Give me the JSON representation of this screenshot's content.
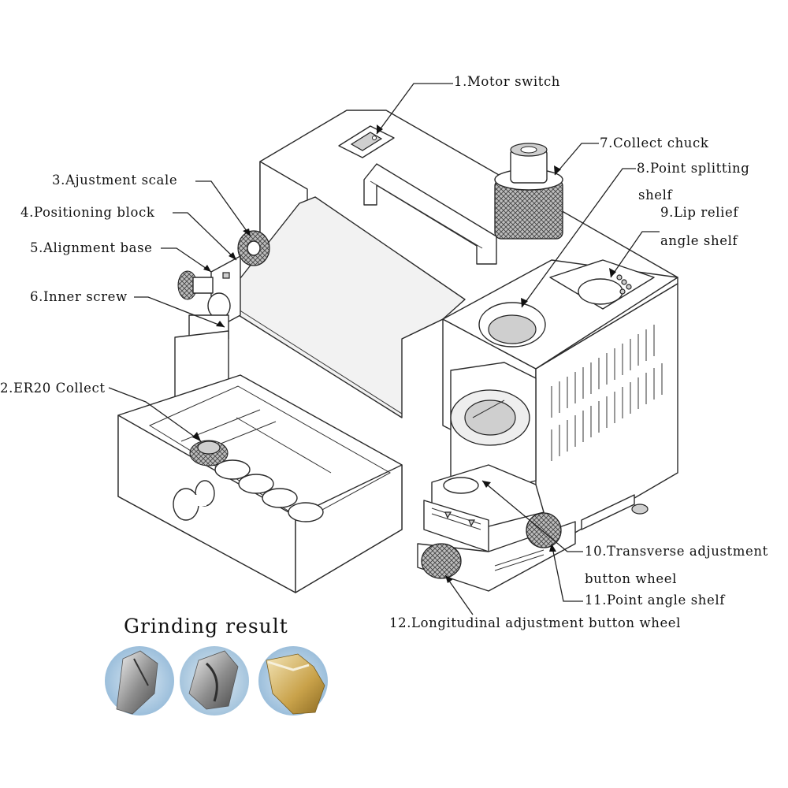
{
  "labels": {
    "motor_switch": "1.Motor switch",
    "er20_collect": "2.ER20 Collect",
    "adjustment_scale": "3.Ajustment scale",
    "positioning_block": "4.Positioning block",
    "alignment_base": "5.Alignment base",
    "inner_screw": "6.Inner screw",
    "collect_chuck": "7.Collect chuck",
    "point_splitting_1": "8.Point splitting",
    "point_splitting_2": "shelf",
    "lip_relief_1": "9.Lip relief",
    "lip_relief_2": "angle shelf",
    "transverse_1": "10.Transverse adjustment",
    "transverse_2": "button wheel",
    "point_angle": "11.Point angle shelf",
    "longitudinal": "12.Longitudinal adjustment button wheel"
  },
  "grinding_title": "Grinding result",
  "result_images": [
    {
      "icon": "drill-bit-silver-icon",
      "tint": "#bcd7ea"
    },
    {
      "icon": "drill-bit-steel-icon",
      "tint": "#c6dbe9"
    },
    {
      "icon": "drill-bit-gold-icon",
      "tint": "#cfe0ee"
    }
  ]
}
